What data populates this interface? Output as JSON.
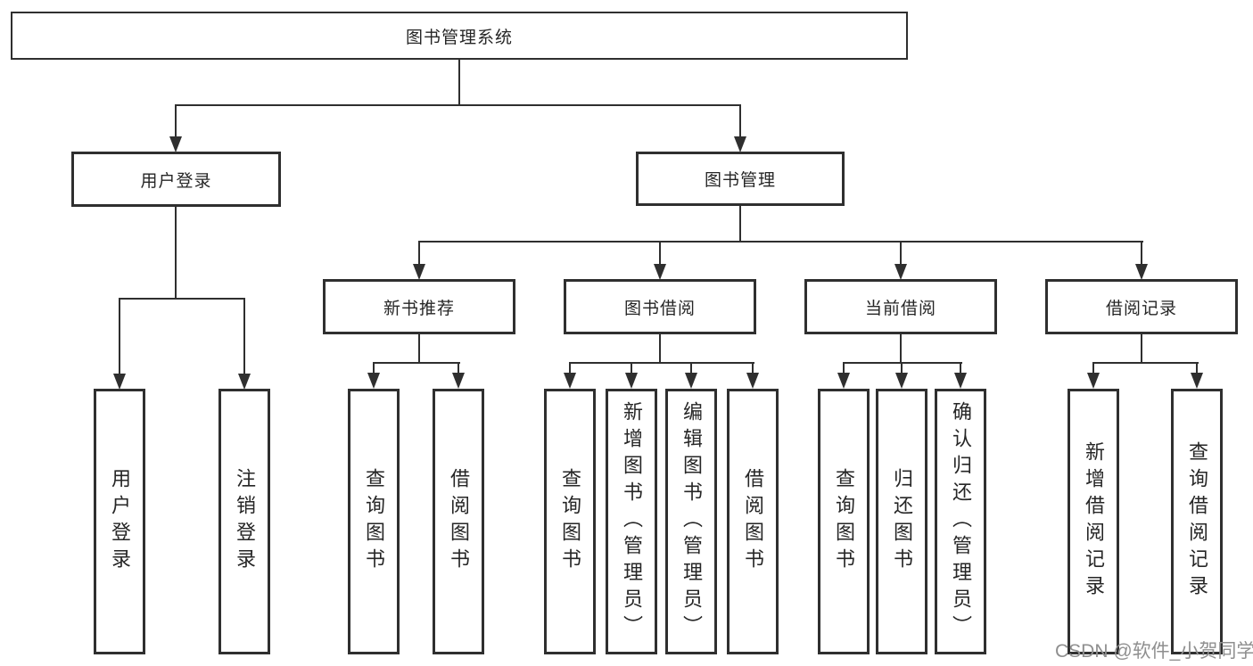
{
  "page": {
    "background": "#ffffff"
  },
  "tree": {
    "label": "图书管理系统",
    "children": [
      {
        "label": "用户登录",
        "children": [
          {
            "label": "用户登录"
          },
          {
            "label": "注销登录"
          }
        ]
      },
      {
        "label": "图书管理",
        "children": [
          {
            "label": "新书推荐",
            "children": [
              {
                "label": "查询图书"
              },
              {
                "label": "借阅图书"
              }
            ]
          },
          {
            "label": "图书借阅",
            "children": [
              {
                "label": "查询图书"
              },
              {
                "label": "新增图书（管理员）"
              },
              {
                "label": "编辑图书（管理员）"
              },
              {
                "label": "借阅图书"
              }
            ]
          },
          {
            "label": "当前借阅",
            "children": [
              {
                "label": "查询图书"
              },
              {
                "label": "归还图书"
              },
              {
                "label": "确认归还（管理员）"
              }
            ]
          },
          {
            "label": "借阅记录",
            "children": [
              {
                "label": "新增借阅记录"
              },
              {
                "label": "查询借阅记录"
              }
            ]
          }
        ]
      }
    ]
  },
  "watermark": {
    "text": "CSDN @软件_小贺同学",
    "color": "#8f8f8f"
  },
  "style": {
    "line_color": "#2f2f2f",
    "box_border_color": "#2f2f2f",
    "text_color": "#262626"
  }
}
